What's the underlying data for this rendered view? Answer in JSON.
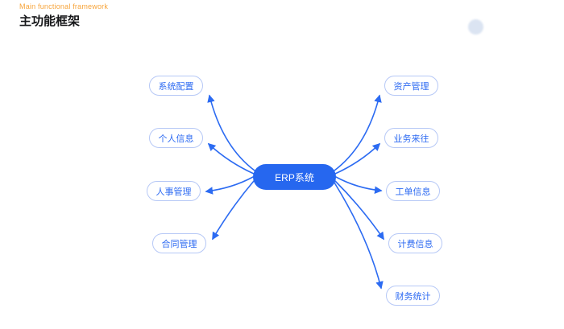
{
  "header": {
    "subtitle": "Main functional framework",
    "title": "主功能框架"
  },
  "diagram": {
    "center_node": {
      "label": "ERP系统"
    },
    "left_nodes": [
      {
        "label": "系统配置"
      },
      {
        "label": "个人信息"
      },
      {
        "label": "人事管理"
      },
      {
        "label": "合同管理"
      }
    ],
    "right_nodes": [
      {
        "label": "资产管理"
      },
      {
        "label": "业务来往"
      },
      {
        "label": "工单信息"
      },
      {
        "label": "计费信息"
      },
      {
        "label": "财务统计"
      }
    ]
  },
  "colors": {
    "accent": "#2c6bf2",
    "center_node_bg": "#2667ef",
    "node_border": "#b6c8f6",
    "node_text": "#2e6bf2",
    "subtitle_text": "#f7a43a",
    "title_text": "#17181a",
    "decorative_circle": "#dbe4f2"
  }
}
